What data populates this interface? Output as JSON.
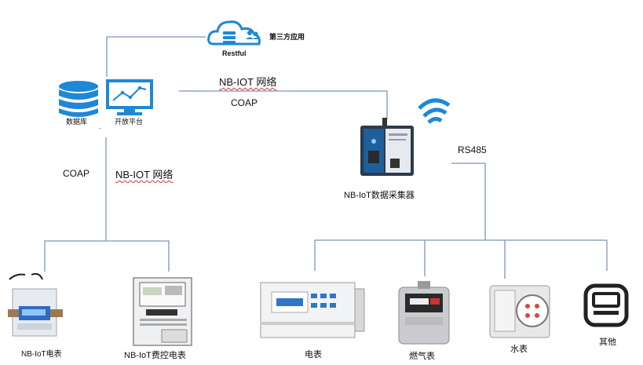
{
  "cloud": {
    "restful_label": "Restful",
    "third_party_label": "第三方应用"
  },
  "platform": {
    "database_label": "数据库",
    "open_platform_label": "开放平台",
    "dot": "."
  },
  "links": {
    "top_network": "NB-IOT 网络",
    "top_protocol": "COAP",
    "left_protocol": "COAP",
    "left_network": "NB-IOT 网络",
    "rs485": "RS485"
  },
  "collector": {
    "label": "NB-IoT数据采集器"
  },
  "devices_left": [
    {
      "label": "NB-IoT电表"
    },
    {
      "label": "NB-IoT费控电表"
    }
  ],
  "devices_right": [
    {
      "label": "电表"
    },
    {
      "label": "燃气表"
    },
    {
      "label": "水表"
    },
    {
      "label": "其他"
    }
  ],
  "colors": {
    "accent_blue": "#1e88d6",
    "line": "#7f95b8",
    "wifi": "#1e88d6"
  }
}
